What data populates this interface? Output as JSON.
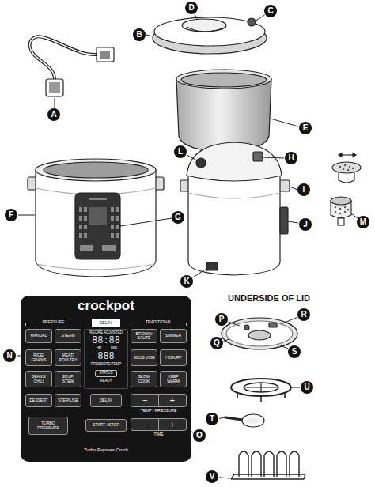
{
  "diagram": {
    "nodes": [
      {
        "text": [
          "crockpot",
          "PRESSURE",
          "TRADITIONAL",
          "TEMP / PRESSURE",
          "TIME",
          "Turbo Express Crock"
        ]
      },
      {
        "text": [
          "DELAY"
        ],
        "in": 0
      },
      {
        "text": [
          "MANUAL"
        ],
        "in": 0
      },
      {
        "text": [
          "STEAM"
        ],
        "in": 0
      },
      {
        "text": [
          "RECIPE ADJUSTED",
          "88:88",
          "HR",
          "MIN",
          "888",
          "PRESSURE/TEMP",
          "READY"
        ],
        "in": 0
      },
      {
        "text": [
          "STATUS"
        ],
        "in": 4
      },
      {
        "text": [
          "BROWN/ SAUTÉ"
        ],
        "in": 0
      },
      {
        "text": [
          "SIMMER"
        ],
        "in": 0
      },
      {
        "text": [
          "RICE/ GRAINS"
        ],
        "in": 0
      },
      {
        "text": [
          "MEAT/ POULTRY"
        ],
        "in": 0
      },
      {
        "text": [
          "SOUS VIDE"
        ],
        "in": 0
      },
      {
        "text": [
          "YOGURT"
        ],
        "in": 0
      },
      {
        "text": [
          "BEANS/ CHILI"
        ],
        "in": 0
      },
      {
        "text": [
          "SOUP/ STEW"
        ],
        "in": 0
      },
      {
        "text": [
          "SLOW COOK"
        ],
        "in": 0
      },
      {
        "text": [
          "KEEP WARM"
        ],
        "in": 0
      },
      {
        "text": [
          "DESSERT"
        ],
        "in": 0
      },
      {
        "text": [
          "STERILISE"
        ],
        "in": 0
      },
      {
        "text": [
          "DELAY"
        ],
        "in": 0
      },
      {
        "text": [
          "−",
          "+"
        ],
        "in": 0
      },
      {
        "text": [
          "TURBO PRESSURE"
        ],
        "in": 0
      },
      {
        "text": [
          "START / STOP"
        ],
        "in": 0
      },
      {
        "text": [
          "−",
          "+"
        ],
        "in": 0
      }
    ],
    "labels": [
      "D",
      "C",
      "B",
      "A",
      "E",
      "L",
      "H",
      "I",
      "F",
      "G",
      "J",
      "M",
      "K",
      "N",
      "UNDERSIDE OF LID",
      "P",
      "R",
      "Q",
      "S",
      "U",
      "T",
      "O",
      "V"
    ]
  }
}
